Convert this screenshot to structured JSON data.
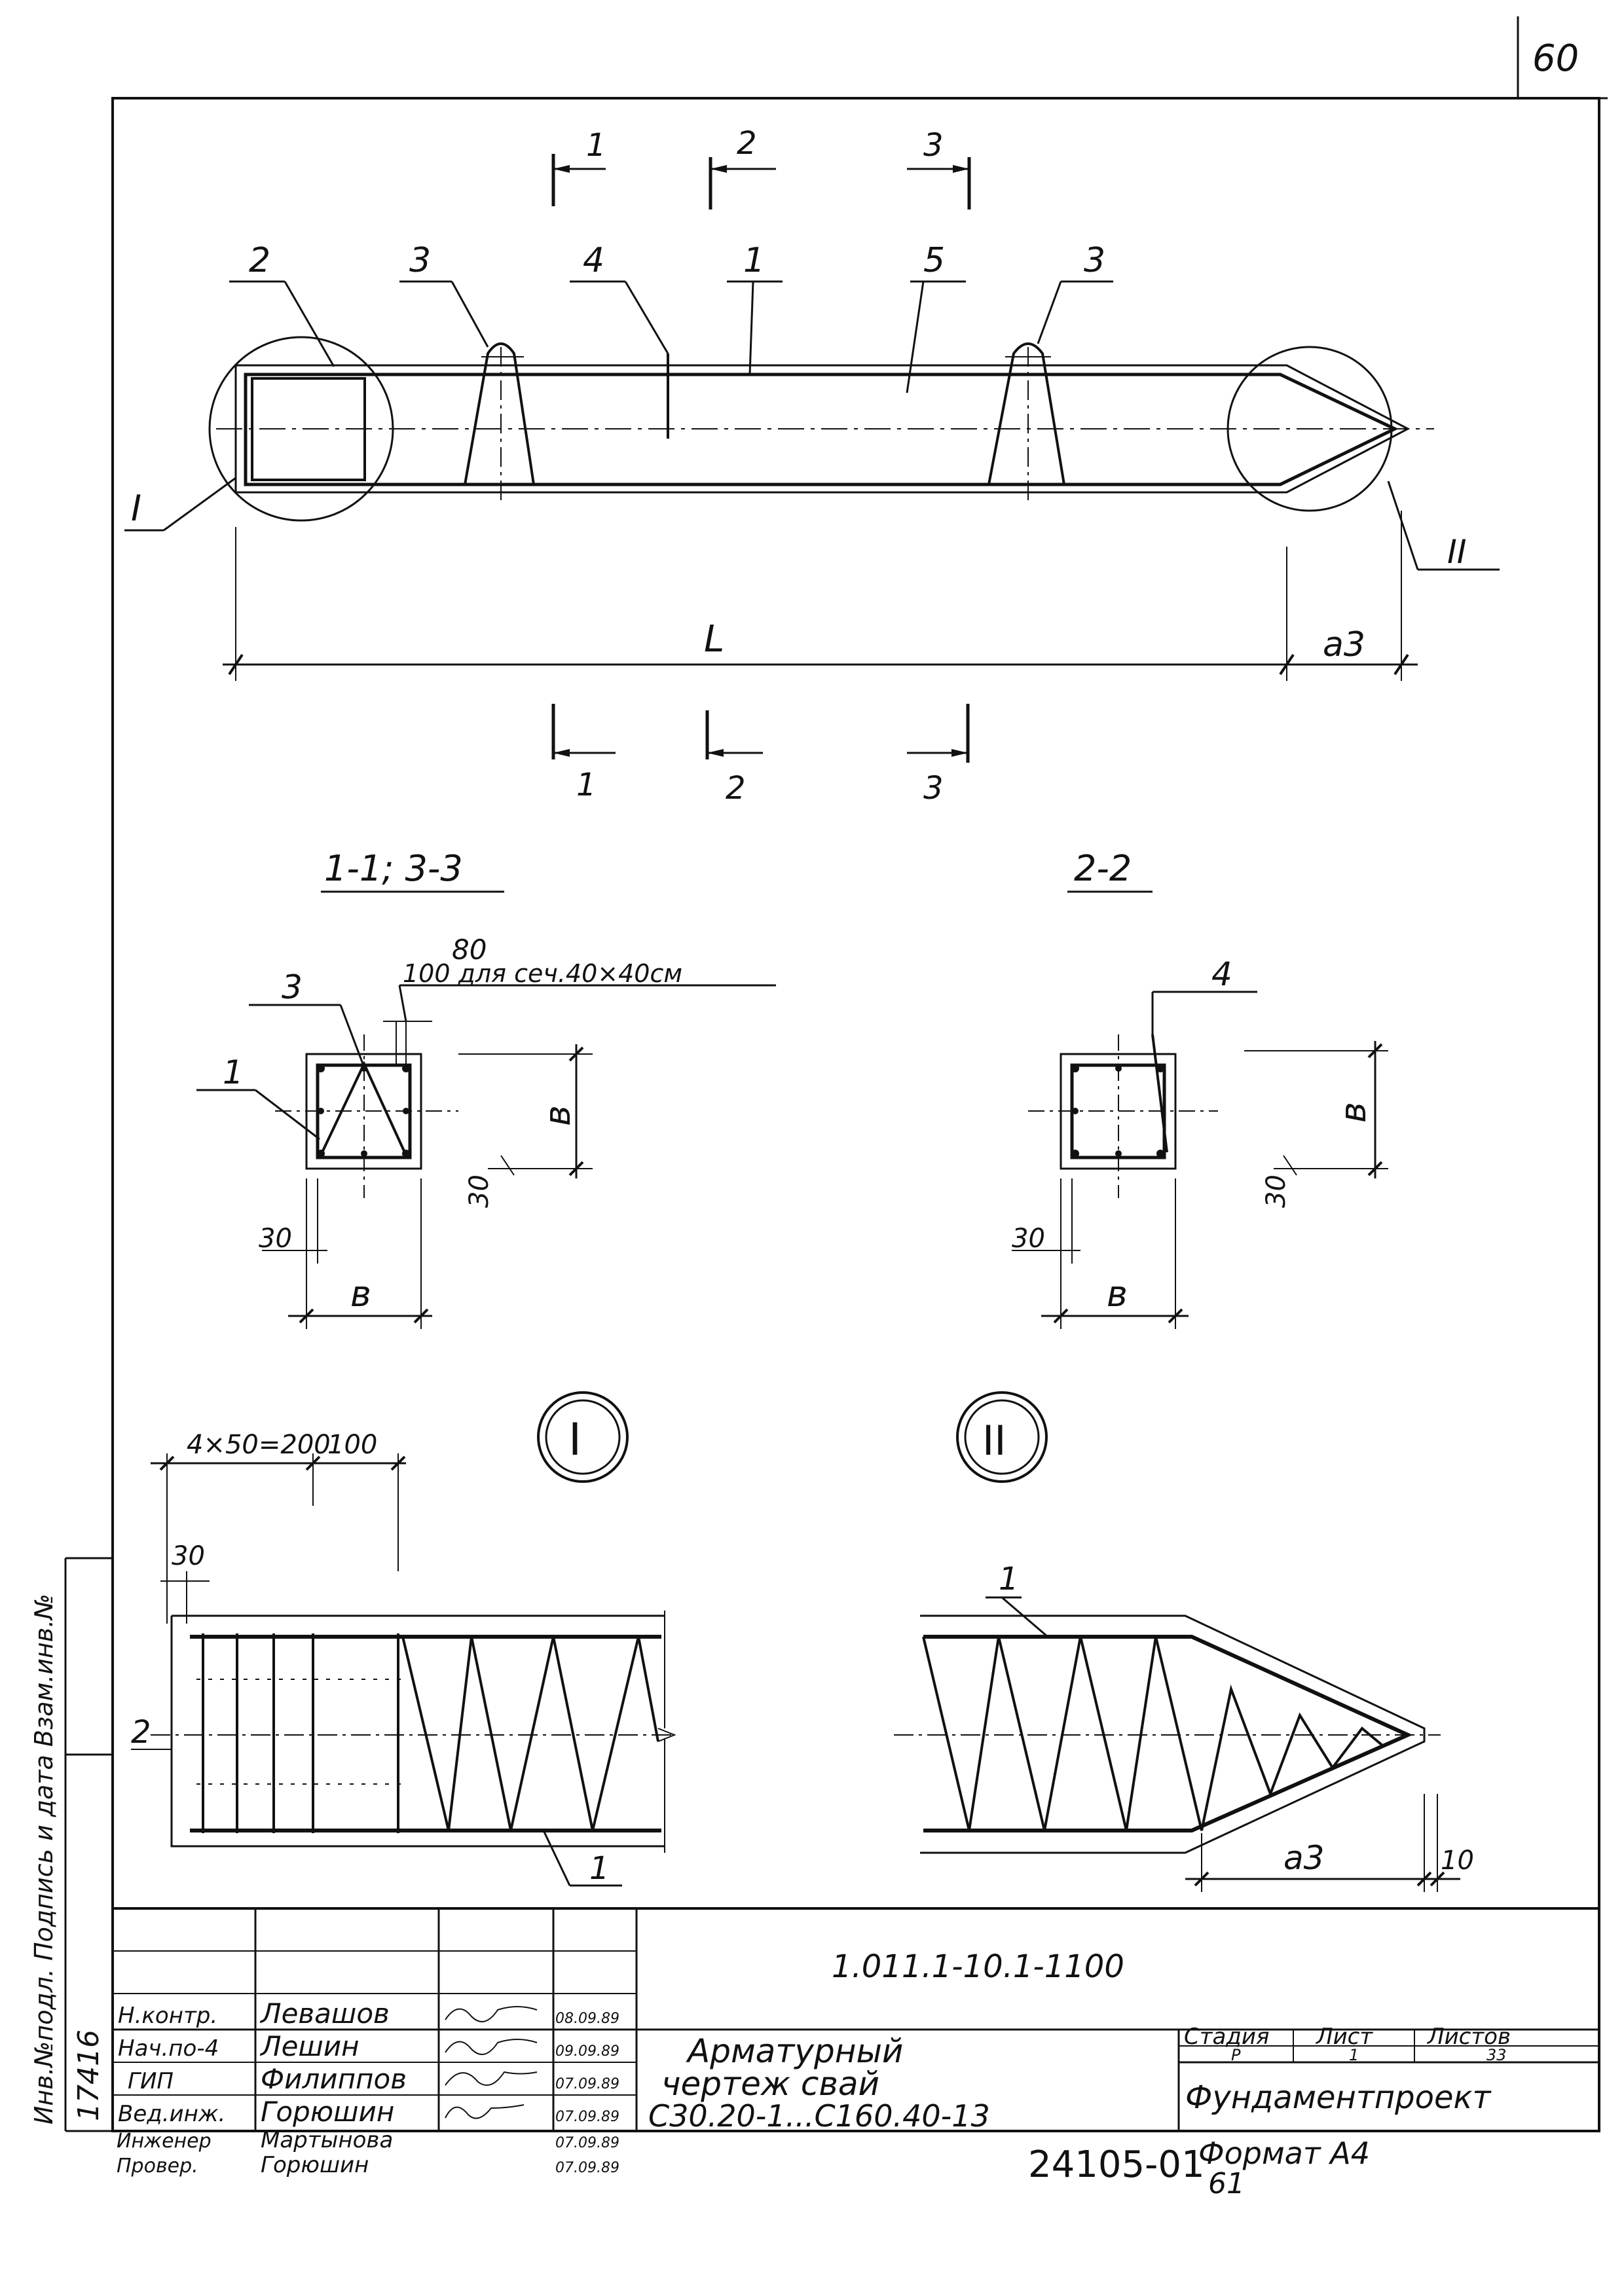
{
  "page_number": "60",
  "elevation": {
    "section_marks": [
      "1",
      "2",
      "3"
    ],
    "callouts": {
      "c2": "2",
      "c3a": "3",
      "c4": "4",
      "c1": "1",
      "c5": "5",
      "c3b": "3"
    },
    "node_labels": {
      "left": "I",
      "right": "II"
    },
    "dimension_length": "L",
    "dimension_a3": "a3"
  },
  "section_11_33": {
    "title": "1-1; 3-3",
    "dim_80": "80",
    "note": "100 для сеч.40×40см",
    "callout_3": "3",
    "callout_1": "1",
    "dim_b_vertical": "в",
    "dim_b_horizontal": "в",
    "dim_30_vertical": "30",
    "dim_30_horizontal": "30"
  },
  "section_22": {
    "title": "2-2",
    "callout_4": "4",
    "dim_b_vertical": "в",
    "dim_b_horizontal": "в",
    "dim_30_vertical": "30",
    "dim_30_horizontal": "30"
  },
  "detail_I": {
    "label": "I",
    "dim_pitch": "4×50=200",
    "dim_100": "100",
    "dim_30": "30",
    "callout_2": "2",
    "callout_1": "1"
  },
  "detail_II": {
    "label": "II",
    "callout_1": "1",
    "dim_a3": "a3",
    "dim_10": "10"
  },
  "stamp": {
    "doc_code": "1.011.1-10.1-1100",
    "roles": [
      {
        "role": "Н.контр.",
        "name": "Левашов",
        "date": "08.09.89"
      },
      {
        "role": "Нач.по-4",
        "name": "Лешин",
        "date": "09.09.89"
      },
      {
        "role": "ГИП",
        "name": "Филиппов",
        "date": "07.09.89"
      },
      {
        "role": "Вед.инж.",
        "name": "Горюшин",
        "date": "07.09.89"
      },
      {
        "role": "Инженер",
        "name": "Мартынова",
        "date": "07.09.89"
      },
      {
        "role": "Провер.",
        "name": "Горюшин",
        "date": "07.09.89"
      }
    ],
    "title_line1": "Арматурный",
    "title_line2": "чертеж свай",
    "title_line3": "С30.20-1...С160.40-13",
    "stage_header": "Стадия",
    "sheet_header": "Лист",
    "sheets_header": "Листов",
    "stage_value": "Р",
    "sheet_value": "1",
    "sheets_value": "33",
    "organization": "Фундаментпроект"
  },
  "side_strip": {
    "label": "Инв.№подл. Подпись и дата Взам.инв.№",
    "inventory_number": "17416"
  },
  "footer": {
    "archive_number": "24105-01",
    "format": "Формат А4",
    "page_bottom": "61"
  }
}
